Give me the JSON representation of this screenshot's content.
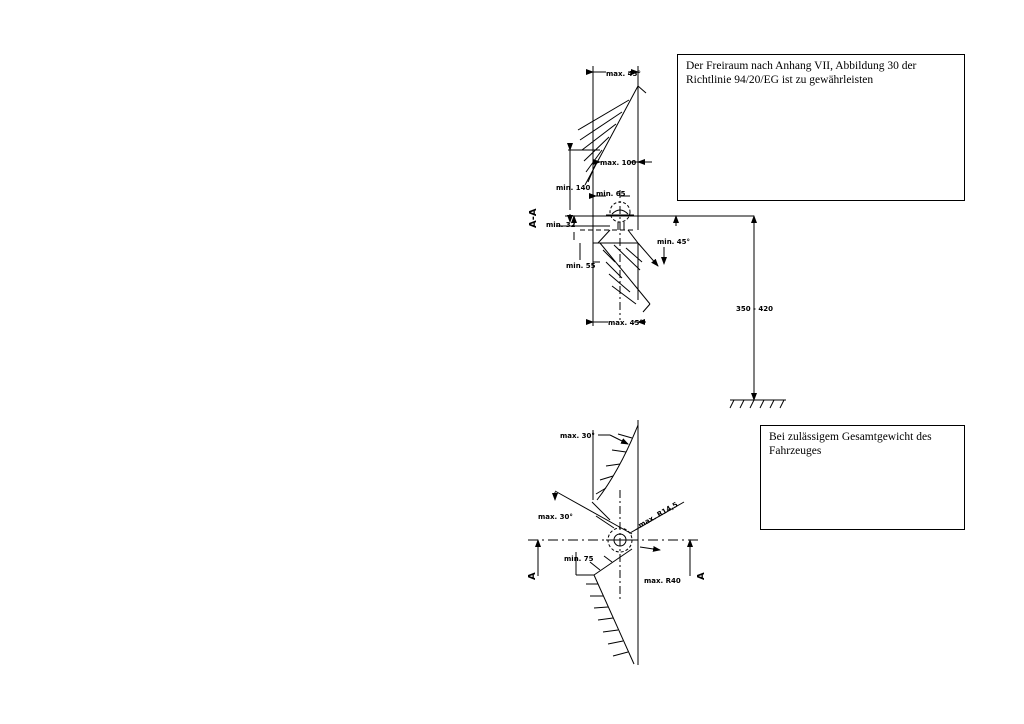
{
  "notes": {
    "clearance": "Der Freiraum nach Anhang VII, Abbildung 30 der Richtlinie 94/20/EG ist zu gewährleisten",
    "gross_weight": "Bei zulässigem Gesamtgewicht des Fahrzeuges"
  },
  "section_view": {
    "section_label": "A-A",
    "dims": {
      "max_45_top": "max. 45°",
      "max_100": "max. 100",
      "min_140": "min. 140",
      "min_65": "min. 65",
      "min_32": "min. 32",
      "min_45": "min. 45°",
      "min_55": "min. 55",
      "max_45_bottom": "max. 45°",
      "height_range": "350 - 420"
    }
  },
  "plan_view": {
    "section_marker_left": "A",
    "section_marker_right": "A",
    "dims": {
      "max_30_top": "max. 30°",
      "max_30_left": "max. 30°",
      "r14_5": "max. R14,5",
      "min_75": "min. 75",
      "r40": "max. R40"
    }
  }
}
